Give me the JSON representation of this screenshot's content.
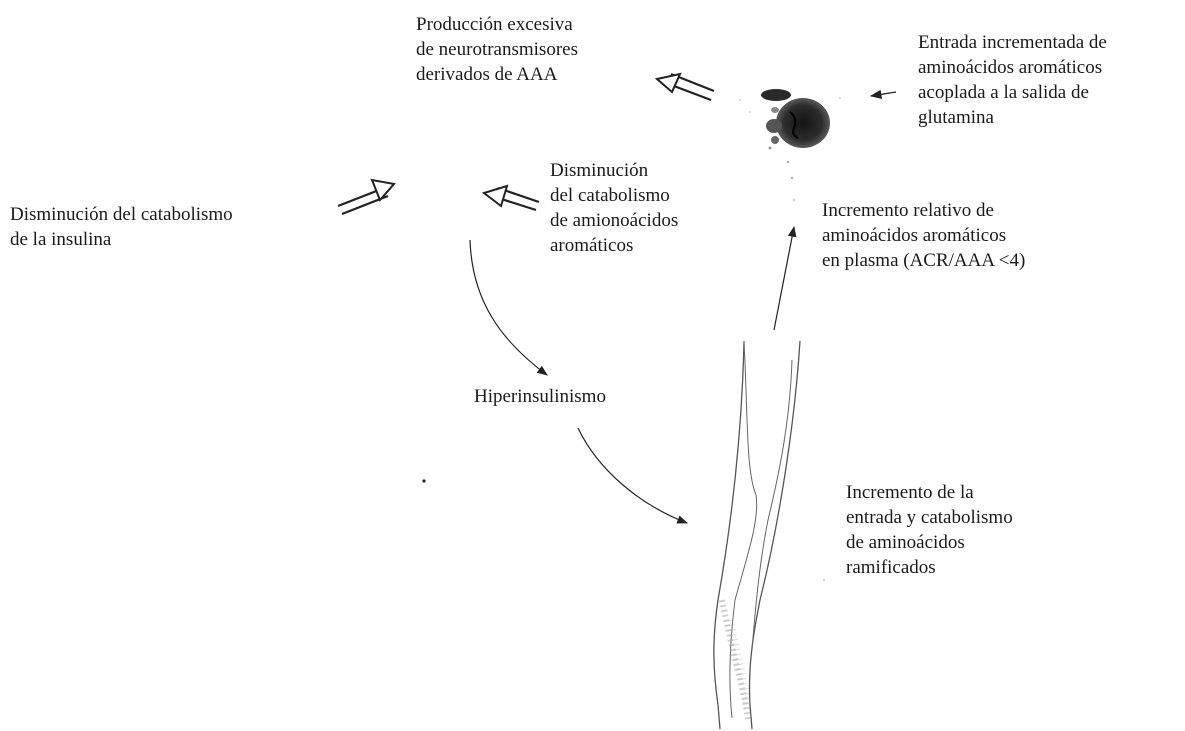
{
  "labels": {
    "produccion": [
      "Producción excesiva",
      "de neurotransmisores",
      "derivados  de AAA"
    ],
    "entrada_incrementada": [
      "Entrada incrementada de",
      "aminoácidos aromáticos",
      "acoplada  a la salida de",
      "glutamina"
    ],
    "disminucion_insulina": [
      "Disminución del catabolismo",
      "de la insulina"
    ],
    "disminucion_aromaticos": [
      "Disminución",
      "del catabolismo",
      "de amionoácidos",
      "aromáticos"
    ],
    "incremento_relativo": [
      "Incremento relativo de",
      "aminoácidos aromáticos",
      "en plasma (ACR/AAA <4)"
    ],
    "hiperinsulinismo": [
      "Hiperinsulinismo"
    ],
    "incremento_entrada": [
      "Incremento de la",
      "entrada y catabolismo",
      "de aminoácidos",
      "ramificados"
    ]
  },
  "colors": {
    "text": "#1a1a1a",
    "line": "#222222",
    "organ_dark": "#2a2a2a",
    "muscle_shade": "#b8b8b8"
  },
  "icons": [
    "brain-icon",
    "muscle-icon"
  ]
}
